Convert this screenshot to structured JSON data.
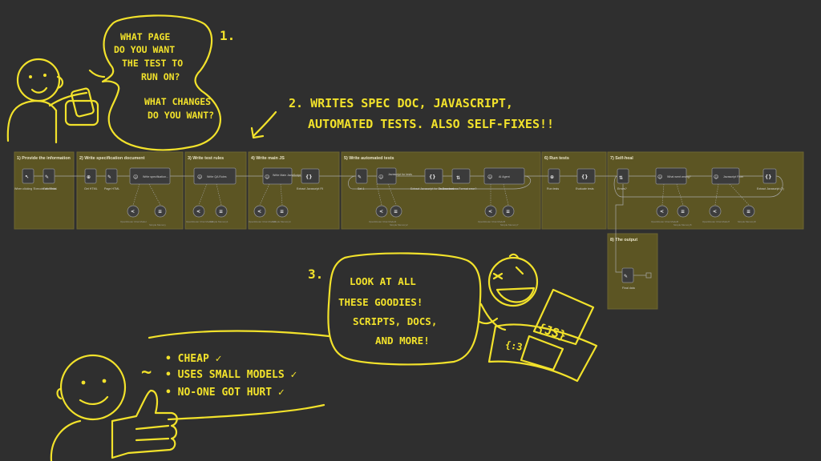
{
  "speech1": {
    "number": "1.",
    "lines": [
      "WHAT PAGE",
      "DO YOU WANT",
      "THE TEST TO",
      "RUN ON?",
      "WHAT CHANGES",
      "DO YOU WANT?"
    ]
  },
  "caption2": {
    "line1": "2. WRITES SPEC DOC, JAVASCRIPT,",
    "line2": "AUTOMATED TESTS. ALSO SELF-FIXES!!"
  },
  "speech3": {
    "number": "3.",
    "lines": [
      "LOOK AT ALL",
      "THESE GOODIES!",
      "SCRIPTS, DOCS,",
      "AND MORE!"
    ]
  },
  "bullets": [
    "• CHEAP ✓",
    "• USES SMALL MODELS ✓",
    "• NO-ONE GOT HURT ✓"
  ],
  "tilde": "~",
  "paper_label": "{JS}",
  "paper_label2": "{:3",
  "workflow": {
    "sections": [
      {
        "title": "1) Provide the information"
      },
      {
        "title": "2) Write specification document"
      },
      {
        "title": "3) Write test rules"
      },
      {
        "title": "4) Write main JS"
      },
      {
        "title": "5) Write automated tests"
      },
      {
        "title": "6) Run tests"
      },
      {
        "title": "7) Self-heal"
      },
      {
        "title": "8) The output"
      }
    ],
    "nodes": [
      {
        "id": "n1",
        "label": "When clicking 'Execute workflow'",
        "icon": "pointer-icon"
      },
      {
        "id": "n2",
        "label": "Edit Fields",
        "icon": "pencil-icon"
      },
      {
        "id": "n3",
        "label": "Get HTML",
        "icon": "globe-icon"
      },
      {
        "id": "n4",
        "label": "Page HTML",
        "icon": "pencil-icon"
      },
      {
        "id": "n5",
        "label": "Write specification...",
        "icon": "robot-icon"
      },
      {
        "id": "n6",
        "label": "Write QA Rules",
        "icon": "robot-icon"
      },
      {
        "id": "n7",
        "label": "Write Main JavaScript",
        "icon": "robot-icon"
      },
      {
        "id": "n8",
        "label": "Extract Javascript Fil",
        "icon": "braces-icon"
      },
      {
        "id": "n9",
        "label": "Set 1",
        "icon": "pencil-icon"
      },
      {
        "id": "n10",
        "label": "Javascript for tests",
        "icon": "robot-icon"
      },
      {
        "id": "n11",
        "label": "Extract Javascript for Browserless",
        "icon": "braces-icon"
      },
      {
        "id": "n12",
        "label": "Is Browserless Format error?",
        "icon": "filter-icon"
      },
      {
        "id": "n13",
        "label": "AI Agent",
        "icon": "robot-icon"
      },
      {
        "id": "n14",
        "label": "Run tests",
        "icon": "globe-icon"
      },
      {
        "id": "n15",
        "label": "Evaluate tests",
        "icon": "braces-icon"
      },
      {
        "id": "n16",
        "label": "Errors?",
        "icon": "filter-icon"
      },
      {
        "id": "n17",
        "label": "What went wrong?",
        "icon": "robot-icon"
      },
      {
        "id": "n18",
        "label": "Javascript Fixer",
        "icon": "robot-icon"
      },
      {
        "id": "n19",
        "label": "Extract Javascript (2)",
        "icon": "braces-icon"
      },
      {
        "id": "n20",
        "label": "Final data",
        "icon": "pencil-icon"
      }
    ],
    "subnodes": [
      {
        "label": "OpenRouter Chat Model"
      },
      {
        "label": "Simple Memory"
      },
      {
        "label": "OpenRouter Chat Model1"
      },
      {
        "label": "Simple Memory1"
      },
      {
        "label": "OpenRouter Chat Model3"
      },
      {
        "label": "Simple Memory4"
      },
      {
        "label": "OpenRouter Chat Model2"
      },
      {
        "label": "Simple Memory2"
      },
      {
        "label": "OpenRouter Chat Model5"
      },
      {
        "label": "Simple Memory7"
      },
      {
        "label": "OpenRouter Chat Model6"
      },
      {
        "label": "Simple Memory5"
      },
      {
        "label": "OpenRouter Chat Model7"
      },
      {
        "label": "Simple Memory8"
      }
    ]
  },
  "colors": {
    "ink": "#f2e22b",
    "background": "#2f2f2f",
    "section": "#5c5523"
  }
}
